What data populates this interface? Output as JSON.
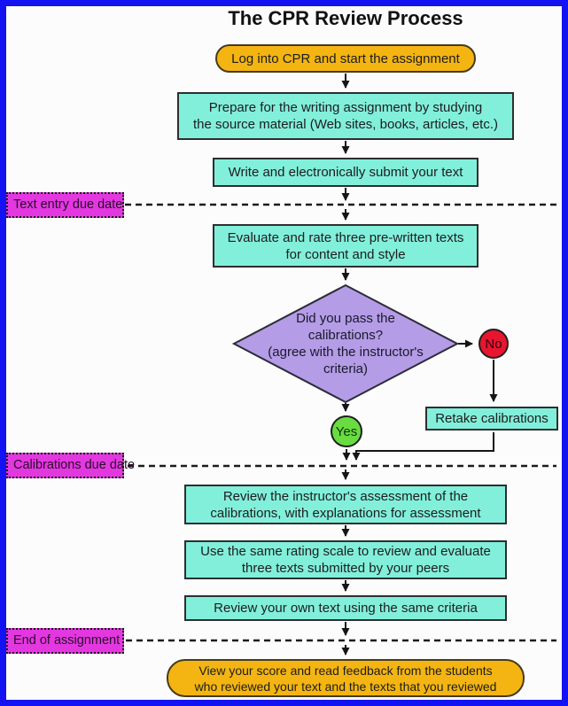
{
  "title": "The CPR Review Process",
  "nodes": {
    "start": {
      "label": "Log into CPR and start the assignment"
    },
    "prepare": {
      "label": "Prepare for the writing assignment by studying\nthe source material (Web sites, books, articles, etc.)"
    },
    "write": {
      "label": "Write and electronically submit your text"
    },
    "evaluate": {
      "label": "Evaluate and rate three pre-written texts\nfor content and style"
    },
    "decision": {
      "label": "Did you pass the\ncalibrations?\n(agree with the instructor's\ncriteria)"
    },
    "no": {
      "label": "No"
    },
    "yes": {
      "label": "Yes"
    },
    "retake": {
      "label": "Retake calibrations"
    },
    "review_assessment": {
      "label": "Review the instructor's assessment of the\ncalibrations, with explanations for assessment"
    },
    "peer_review": {
      "label": "Use the same rating scale to review and evaluate\nthree texts submitted by your peers"
    },
    "self_review": {
      "label": "Review your own text using the same criteria"
    },
    "end": {
      "label": "View your score and read feedback from the students\nwho reviewed your text and the texts that you reviewed"
    }
  },
  "milestones": {
    "text_entry": {
      "label": "Text entry due date"
    },
    "calibrations": {
      "label": "Calibrations due date"
    },
    "end_assignment": {
      "label": "End of assignment"
    }
  },
  "colors": {
    "frame_blue": "#1212f2",
    "terminal_gold": "#f4b513",
    "process_cyan": "#82efdb",
    "decision_purple": "#b49ce6",
    "milestone_magenta": "#e338e0",
    "no_red": "#e81530",
    "yes_green": "#69dc41",
    "line_black": "#151515"
  }
}
